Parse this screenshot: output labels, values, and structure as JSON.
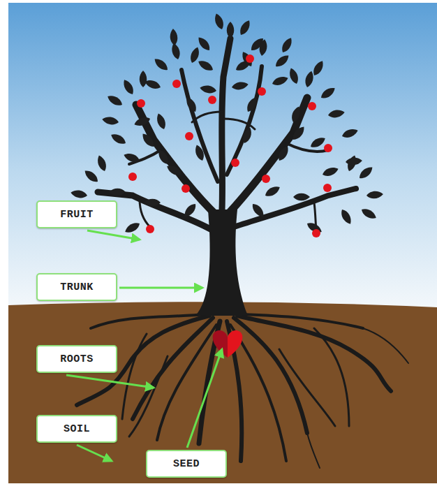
{
  "diagram": {
    "nodes": [
      {
        "text": [
          "FRUIT"
        ]
      },
      {
        "text": [
          "TRUNK"
        ]
      },
      {
        "text": [
          "ROOTS"
        ]
      },
      {
        "text": [
          "SOIL"
        ]
      },
      {
        "text": [
          "SEED"
        ]
      }
    ]
  }
}
